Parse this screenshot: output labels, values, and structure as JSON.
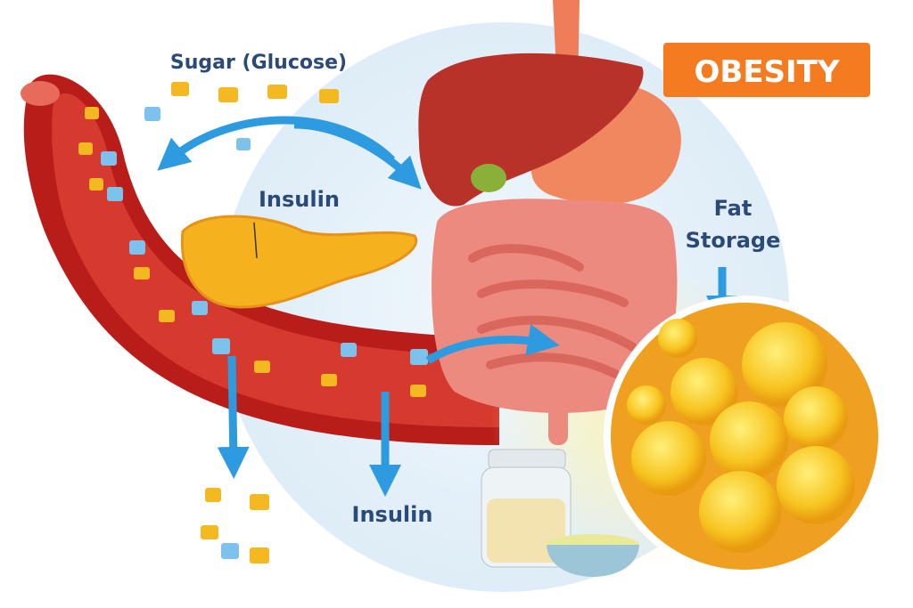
{
  "labels": {
    "sugar": "Sugar (Glucose)",
    "insulin_top": "Insulin",
    "fat_storage_line1": "Fat",
    "fat_storage_line2": "Storage",
    "insulin_bottom": "Insulin",
    "obesity_badge": "OBESITY"
  },
  "colors": {
    "label_text": "#2b4a78",
    "badge": "#f47b20",
    "vessel": "#c8231e",
    "arrow": "#2e9be0",
    "fat": "#f7c520",
    "background_circle": "#dcebf6"
  }
}
